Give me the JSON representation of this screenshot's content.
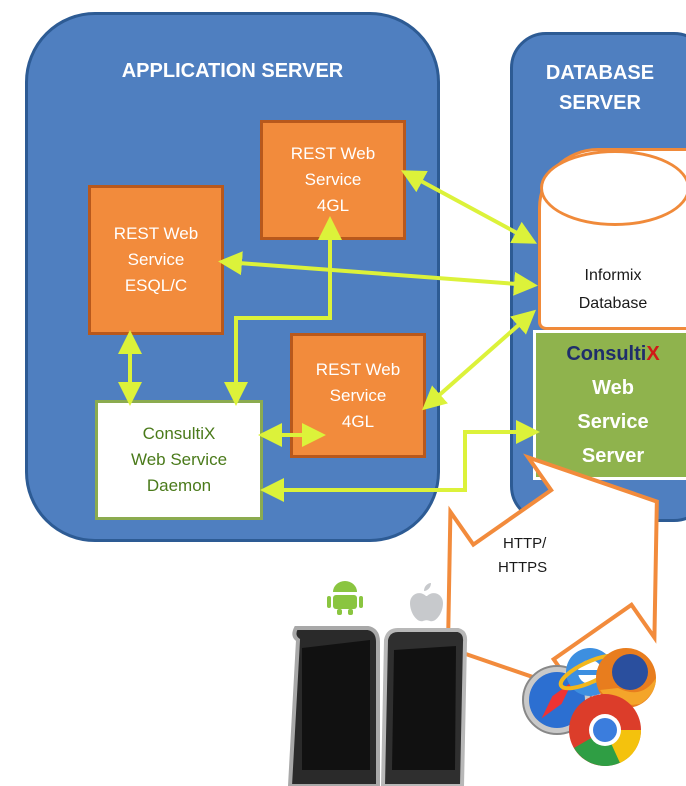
{
  "app_server": {
    "title": "APPLICATION SERVER"
  },
  "db_server": {
    "title_line1": "DATABASE",
    "title_line2": "SERVER"
  },
  "rest_top": {
    "line1": "REST Web",
    "line2": "Service",
    "line3": "4GL"
  },
  "rest_left": {
    "line1": "REST Web",
    "line2": "Service",
    "line3": "ESQL/C"
  },
  "rest_mid": {
    "line1": "REST Web",
    "line2": "Service",
    "line3": "4GL"
  },
  "daemon": {
    "line1": "ConsultiX",
    "line2": "Web Service",
    "line3": "Daemon"
  },
  "database": {
    "line1": "Informix",
    "line2": "Database"
  },
  "ws_server": {
    "brand_prefix": "Consulti",
    "brand_suffix": "X",
    "line2": "Web",
    "line3": "Service",
    "line4": "Server"
  },
  "protocol": {
    "line1": "HTTP/",
    "line2": "HTTPS"
  },
  "devices": {
    "android_label": "android"
  },
  "icons": [
    "android-logo-icon",
    "apple-logo-icon",
    "android-phone-icon",
    "iphone-icon",
    "ie-browser-icon",
    "firefox-browser-icon",
    "safari-browser-icon",
    "chrome-browser-icon"
  ],
  "colors": {
    "server_blue": "#4f7fc0",
    "rest_orange": "#f28b3c",
    "arrow_lime": "#dcf23a",
    "ws_green": "#8fb34d",
    "brand_navy": "#1f2d6b",
    "brand_red": "#d01818"
  }
}
